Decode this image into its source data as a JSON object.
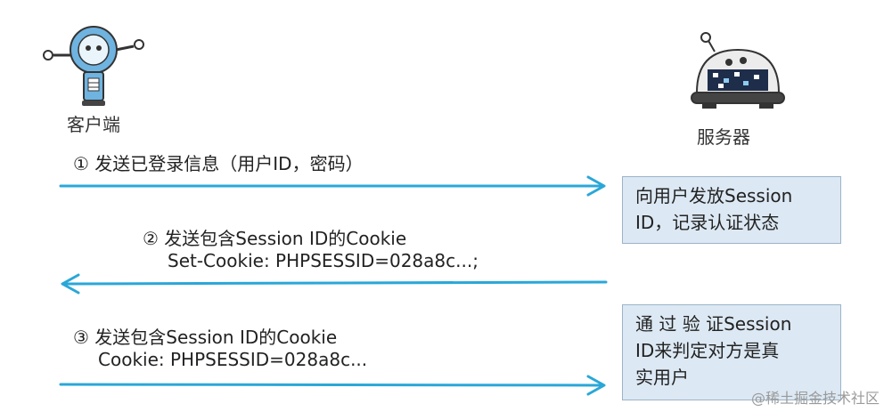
{
  "actors": {
    "client": {
      "label": "客户端",
      "icon": "client-robot-icon"
    },
    "server": {
      "label": "服务器",
      "icon": "server-robot-icon"
    }
  },
  "steps": [
    {
      "line1": "① 发送已登录信息（用户ID，密码）",
      "line2": "",
      "direction": "client-to-server"
    },
    {
      "line1": "② 发送包含Session ID的Cookie",
      "line2": "Set-Cookie: PHPSESSID=028a8c...;",
      "direction": "server-to-client"
    },
    {
      "line1": "③ 发送包含Session ID的Cookie",
      "line2": "Cookie: PHPSESSID=028a8c...",
      "direction": "client-to-server"
    }
  ],
  "notes": [
    {
      "text1": "向用户发放Session",
      "text2": "ID，记录认证状态"
    },
    {
      "text1": "通 过 验 证Session",
      "text2": "ID来判定对方是真",
      "text3": "实用户"
    }
  ],
  "watermark": "@稀土掘金技术社区",
  "colors": {
    "arrow": "#2aa7d8",
    "note_bg": "#dce8f3",
    "robot_blue": "#6fb3e0"
  }
}
